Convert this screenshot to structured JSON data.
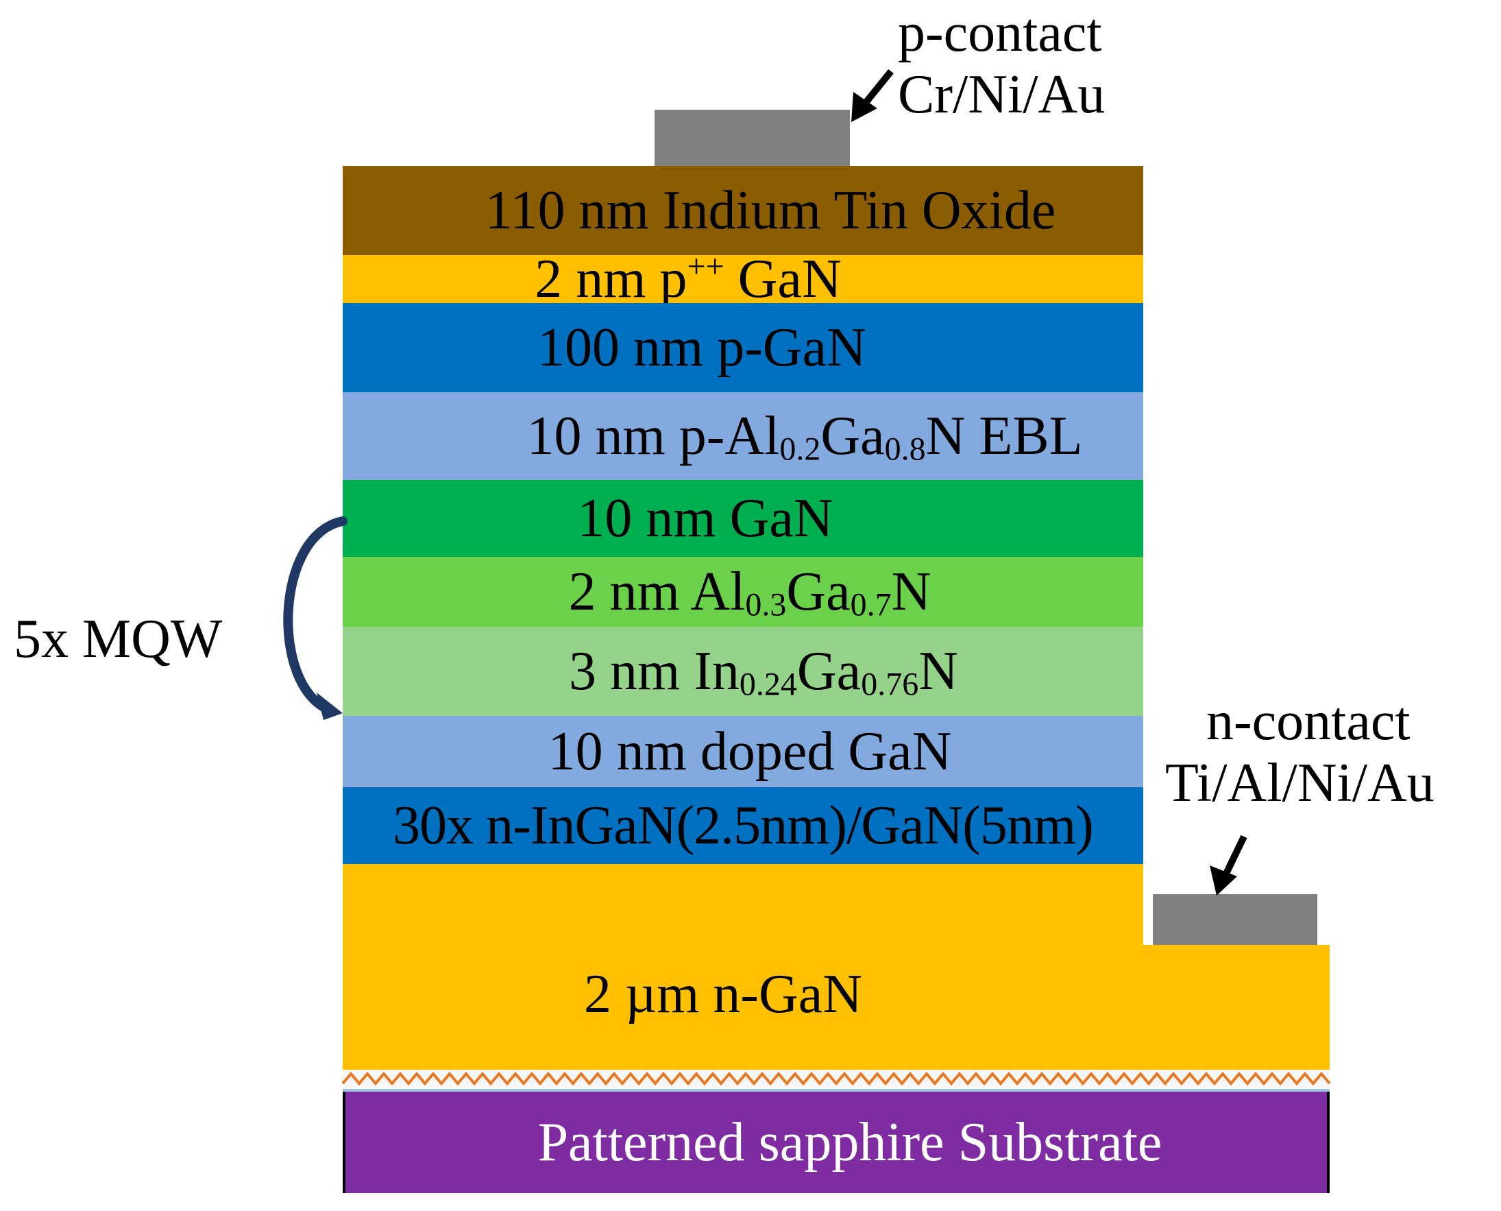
{
  "layers": {
    "ito": {
      "text": "110 nm Indium Tin Oxide",
      "color": "#8a5e00"
    },
    "ppgan": {
      "text_pre": "2 nm p",
      "sup": "++",
      "text_post": " GaN",
      "color": "#ffc000"
    },
    "pgan": {
      "text": "100 nm p-GaN",
      "color": "#0070c0"
    },
    "ebl": {
      "t1": "10 nm p-Al",
      "s1": "0.2",
      "t2": "Ga",
      "s2": "0.8",
      "t3": "N EBL",
      "color": "#83aadf"
    },
    "barrier_gan": {
      "text": "10 nm GaN",
      "color": "#00b050"
    },
    "algan": {
      "t1": "2 nm Al",
      "s1": "0.3",
      "t2": "Ga",
      "s2": "0.7",
      "t3": "N",
      "color": "#6cd14a"
    },
    "ingan": {
      "t1": "3 nm In",
      "s1": "0.24",
      "t2": "Ga",
      "s2": "0.76",
      "t3": "N",
      "color": "#95d38a"
    },
    "doped_gan": {
      "text": "10 nm doped GaN",
      "color": "#83aadf"
    },
    "superlattice": {
      "text": "30x n-InGaN(2.5nm)/GaN(5nm)",
      "color": "#0070c0"
    },
    "ngan": {
      "text": "2 µm n-GaN",
      "color": "#ffc000"
    },
    "substrate": {
      "text": "Patterned sapphire Substrate",
      "color": "#7f2ca3",
      "text_color": "#ffffff"
    }
  },
  "p_contact": {
    "line1": "p-contact",
    "line2": "Cr/Ni/Au",
    "color": "#808080"
  },
  "n_contact": {
    "line1": "n-contact",
    "line2": "Ti/Al/Ni/Au",
    "color": "#808080"
  },
  "mqw_label": "5x MQW",
  "colors": {
    "mqw_arrow": "#1f3864",
    "pattern_line": "#e87722"
  }
}
